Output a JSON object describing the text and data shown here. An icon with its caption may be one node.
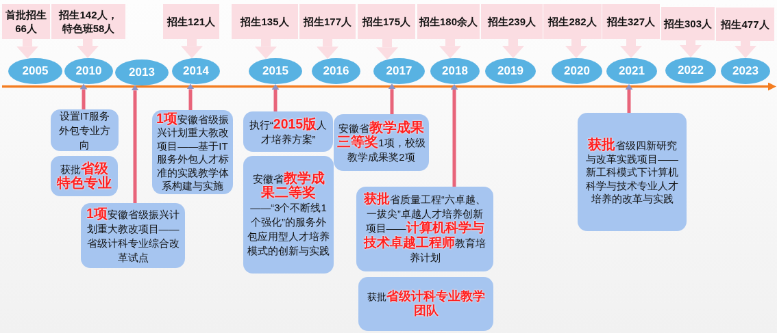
{
  "diagram": {
    "nodes": [
      {
        "text": [
          "首批招生66人"
        ]
      },
      {
        "text": [
          "招生142人，特色班58人"
        ]
      },
      {
        "text": [
          "招生121人"
        ]
      },
      {
        "text": [
          "招生135人"
        ]
      },
      {
        "text": [
          "招生177人"
        ]
      },
      {
        "text": [
          "招生175人"
        ]
      },
      {
        "text": [
          "招生180余人"
        ]
      },
      {
        "text": [
          "招生239人"
        ]
      },
      {
        "text": [
          "招生282人"
        ]
      },
      {
        "text": [
          "招生327人"
        ]
      },
      {
        "text": [
          "招生303人"
        ]
      },
      {
        "text": [
          "招生477人"
        ]
      },
      {
        "text": [
          "2005"
        ]
      },
      {
        "text": [
          "2010"
        ]
      },
      {
        "text": [
          "2013"
        ]
      },
      {
        "text": [
          "2014"
        ]
      },
      {
        "text": [
          "2015"
        ]
      },
      {
        "text": [
          "2016"
        ]
      },
      {
        "text": [
          "2017"
        ]
      },
      {
        "text": [
          "2018"
        ]
      },
      {
        "text": [
          "2019"
        ]
      },
      {
        "text": [
          "2020"
        ]
      },
      {
        "text": [
          "2021"
        ]
      },
      {
        "text": [
          "2022"
        ]
      },
      {
        "text": [
          "2023"
        ]
      },
      {
        "text": [
          "设置IT服务外包专业方向"
        ]
      },
      {
        "text": [
          "获批**省级特色专业**"
        ]
      },
      {
        "text": [
          "**1项**安徽省级振兴计划重大教改项目——省级计科专业综合改革试点"
        ]
      },
      {
        "text": [
          "**1项**安徽省级振兴计划重大教改项目——基于IT服务外包人才标准的实践教学体系构建与实施"
        ]
      },
      {
        "text": [
          "执行“**2015版**人才培养方案”"
        ]
      },
      {
        "text": [
          "安徽省**教学成果二等奖**——“3个不断线1个强化”的服务外包应用型人才培养模式的创新与实践"
        ]
      },
      {
        "text": [
          "安徽省**教学成果三等奖**1项，校级教学成果奖2项"
        ]
      },
      {
        "text": [
          "**获批**省质量工程“六卓越、一拔尖”卓越人才培养创新项目——**计算机科学与技术卓越工程师**教育培养计划"
        ]
      },
      {
        "text": [
          "获批**省级计科专业教学团队**"
        ]
      },
      {
        "text": [
          "**获批**省级四新研究与改革实践项目——新工科模式下计算机科学与技术专业人才培养的改革与实践"
        ]
      }
    ],
    "edges": [
      {
        "from": 0,
        "to": 12,
        "arrow": "to"
      },
      {
        "from": 1,
        "to": 13,
        "arrow": "to"
      },
      {
        "from": 2,
        "to": 15,
        "arrow": "to"
      },
      {
        "from": 3,
        "to": 16,
        "arrow": "to"
      },
      {
        "from": 4,
        "to": 17,
        "arrow": "to"
      },
      {
        "from": 5,
        "to": 18,
        "arrow": "to"
      },
      {
        "from": 6,
        "to": 19,
        "arrow": "to"
      },
      {
        "from": 7,
        "to": 20,
        "arrow": "to"
      },
      {
        "from": 8,
        "to": 21,
        "arrow": "to"
      },
      {
        "from": 9,
        "to": 22,
        "arrow": "to"
      },
      {
        "from": 10,
        "to": 23,
        "arrow": "to"
      },
      {
        "from": 11,
        "to": 24,
        "arrow": "to"
      },
      {
        "from": 25,
        "to": 13,
        "arrow": "to",
        "color": "#e8647a"
      },
      {
        "from": 27,
        "to": 14,
        "arrow": "to",
        "color": "#e8647a"
      },
      {
        "from": 28,
        "to": 15,
        "arrow": "to",
        "color": "#e8647a"
      },
      {
        "from": 29,
        "to": 16,
        "arrow": "to",
        "color": "#e8647a"
      },
      {
        "from": 31,
        "to": 18,
        "arrow": "to",
        "color": "#e8647a"
      },
      {
        "from": 32,
        "to": 19,
        "arrow": "to",
        "color": "#e8647a"
      },
      {
        "from": 34,
        "to": 22,
        "arrow": "to",
        "color": "#e8647a"
      }
    ]
  }
}
